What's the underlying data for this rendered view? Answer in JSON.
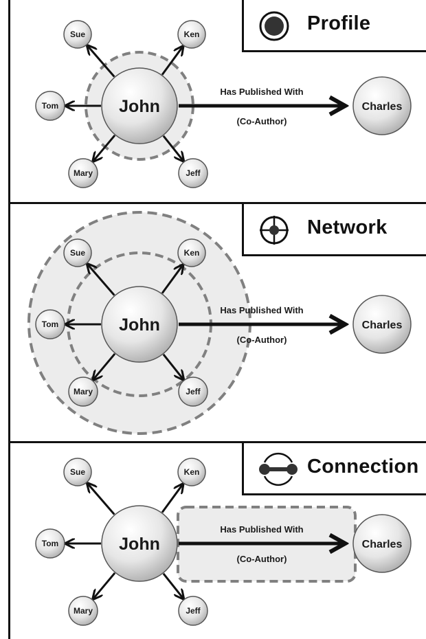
{
  "panels": [
    {
      "title": "Profile",
      "icon": "profile-icon",
      "center": "John",
      "neighbors": [
        "Sue",
        "Ken",
        "Tom",
        "Mary",
        "Jeff"
      ],
      "target": "Charles",
      "edge_label": "Has Published With",
      "edge_sub_label": "(Co-Author)"
    },
    {
      "title": "Network",
      "icon": "network-icon",
      "center": "John",
      "neighbors": [
        "Sue",
        "Ken",
        "Tom",
        "Mary",
        "Jeff"
      ],
      "target": "Charles",
      "edge_label": "Has Published With",
      "edge_sub_label": "(Co-Author)"
    },
    {
      "title": "Connection",
      "icon": "connection-icon",
      "center": "John",
      "neighbors": [
        "Sue",
        "Ken",
        "Tom",
        "Mary",
        "Jeff"
      ],
      "target": "Charles",
      "edge_label": "Has Published With",
      "edge_sub_label": "(Co-Author)"
    }
  ],
  "colors": {
    "highlight_fill": "#ececec",
    "dash_stroke": "#808080",
    "node_fill_light": "#f7f7f7",
    "node_fill_dark": "#b9b9b9"
  }
}
